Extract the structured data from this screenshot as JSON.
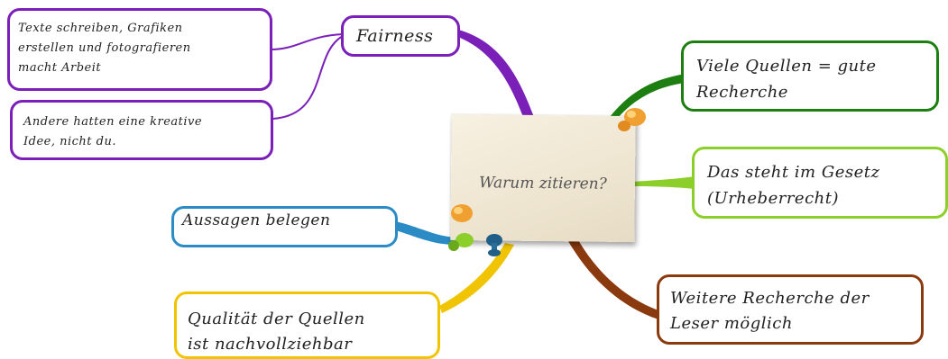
{
  "center": {
    "title": "Warum zitieren?"
  },
  "nodes": {
    "fairness": {
      "label": "Fairness",
      "color": "#7a1fb8"
    },
    "fairness_sub1": {
      "lines": [
        "Texte schreiben, Grafiken",
        "erstellen und fotografieren",
        "macht Arbeit"
      ],
      "color": "#7a1fb8"
    },
    "fairness_sub2": {
      "lines": [
        "Andere hatten eine kreative",
        "Idee, nicht du."
      ],
      "color": "#7a1fb8"
    },
    "quellen": {
      "lines": [
        "Viele Quellen = gute",
        "Recherche"
      ],
      "color": "#1d7f12"
    },
    "gesetz": {
      "lines": [
        "Das steht im Gesetz",
        "(Urheberrecht)"
      ],
      "color": "#8ccf2a"
    },
    "aussagen": {
      "label": "Aussagen belegen",
      "color": "#2a8bc5"
    },
    "qualitaet": {
      "lines": [
        "Qualität der Quellen",
        "ist nachvollziehbar"
      ],
      "color": "#f0c400"
    },
    "weitere": {
      "lines": [
        "Weitere Recherche der",
        "Leser möglich"
      ],
      "color": "#8b3a0f"
    }
  }
}
